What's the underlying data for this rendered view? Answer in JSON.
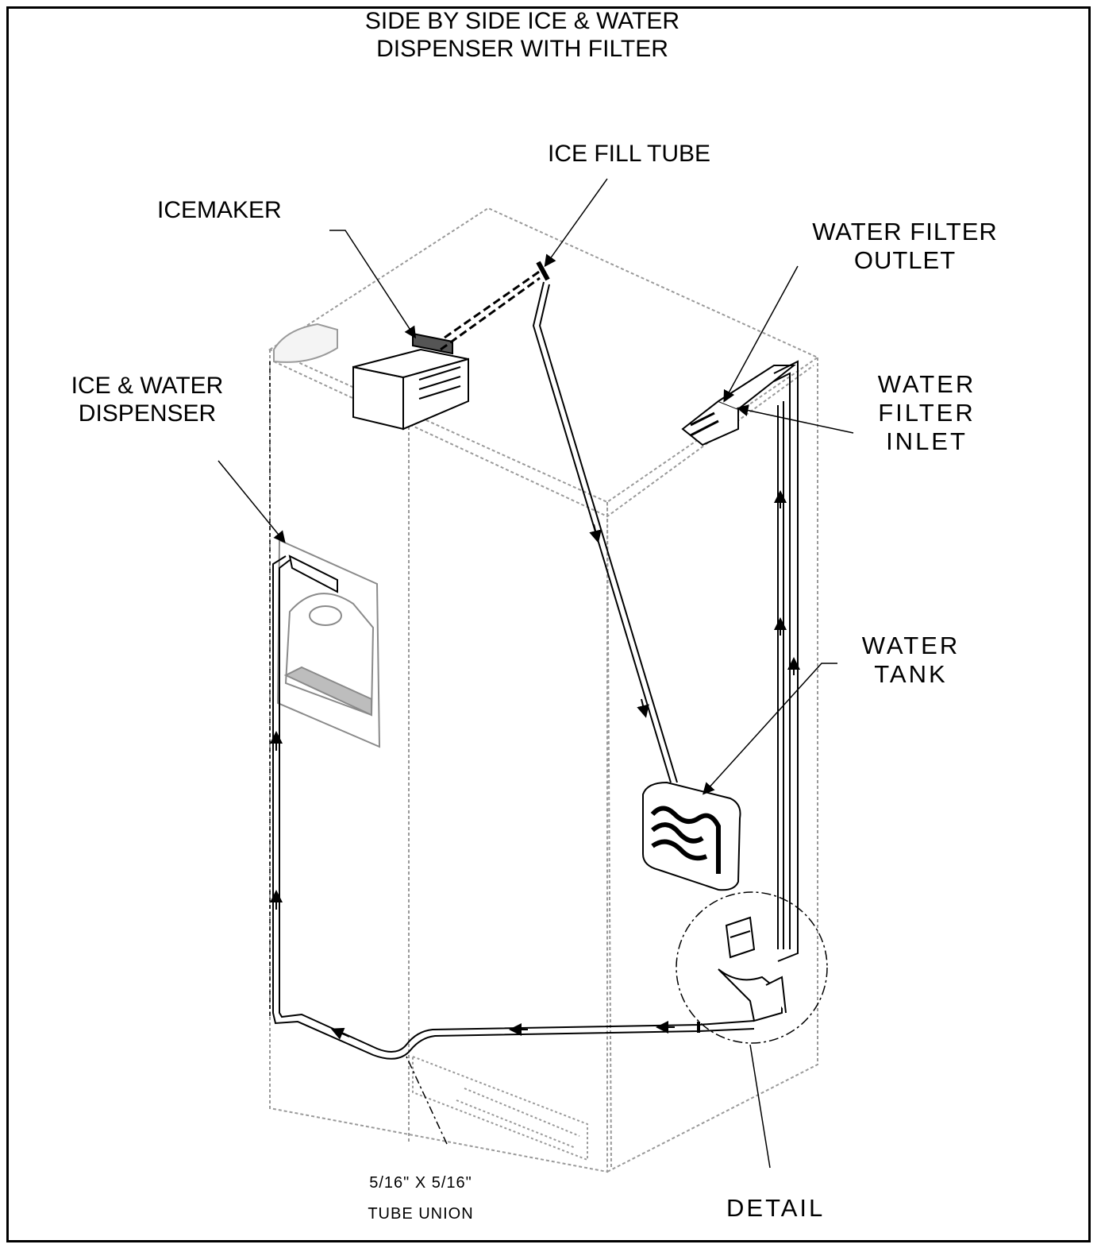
{
  "title": {
    "line1": "SIDE BY SIDE ICE & WATER",
    "line2": "DISPENSER WITH FILTER"
  },
  "labels": {
    "ice_fill_tube": "ICE FILL TUBE",
    "icemaker": "ICEMAKER",
    "water_filter_outlet": {
      "line1": "WATER FILTER",
      "line2": "OUTLET"
    },
    "water_filter_inlet": {
      "line1": "WATER",
      "line2": "FILTER",
      "line3": "INLET"
    },
    "ice_water_dispenser": {
      "line1": "ICE & WATER",
      "line2": "DISPENSER"
    },
    "water_tank": {
      "line1": "WATER",
      "line2": "TANK"
    },
    "tube_union": {
      "line1": "5/16\" X 5/16\"",
      "line2": "TUBE UNION"
    },
    "detail": "DETAIL"
  },
  "colors": {
    "line": "#000000",
    "outline": "#9a9a9a",
    "background": "#ffffff"
  }
}
